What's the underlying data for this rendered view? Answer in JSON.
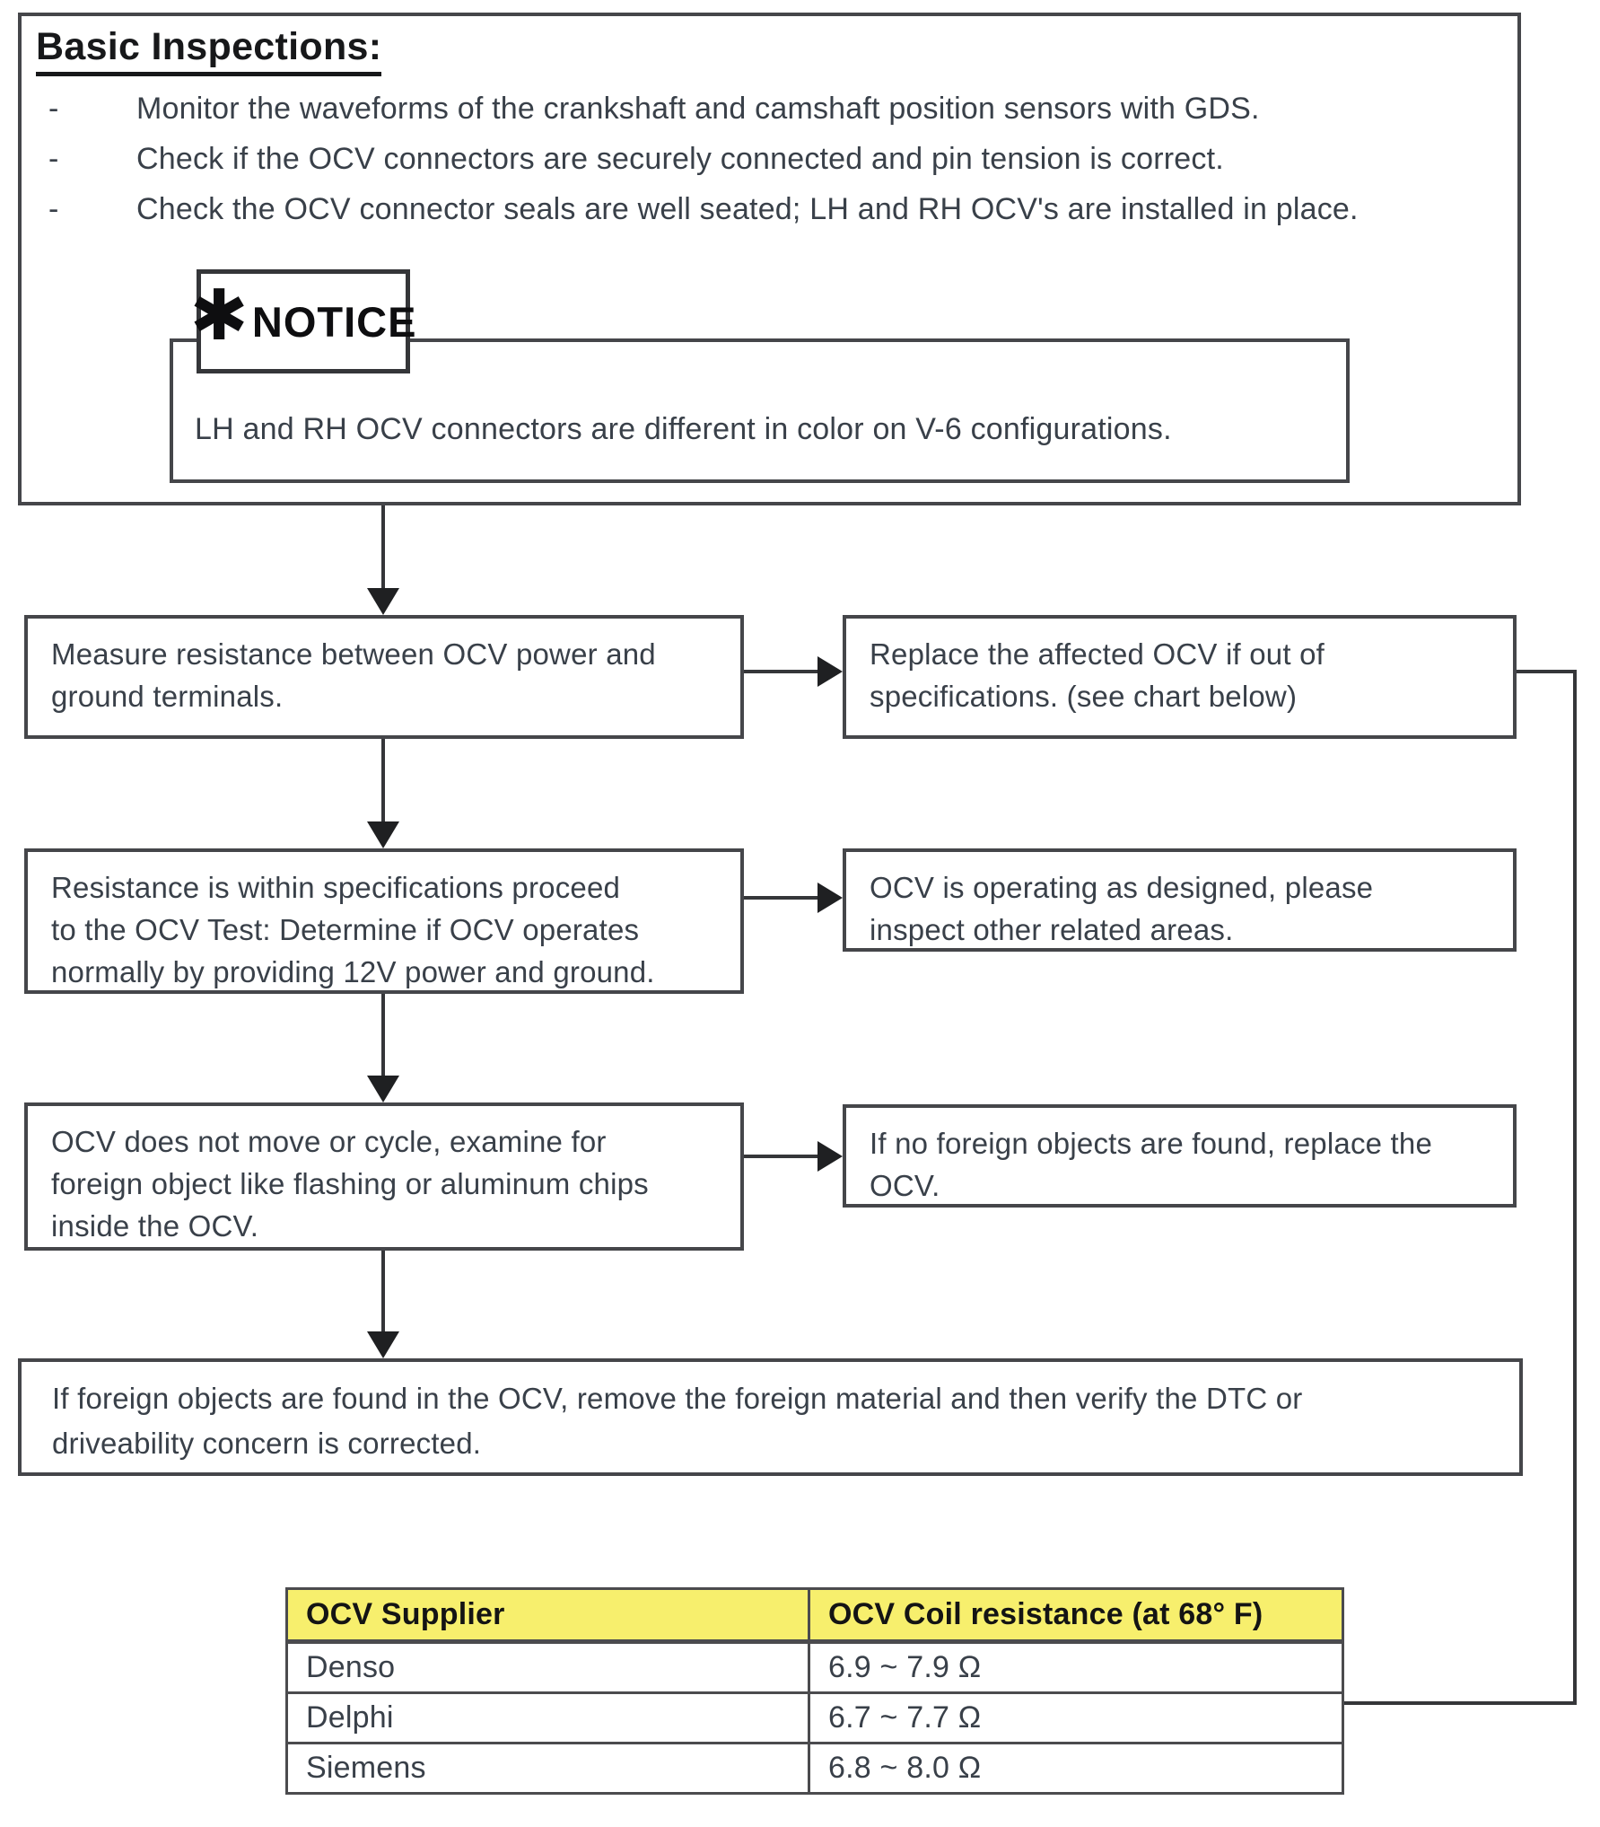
{
  "colors": {
    "highlight": "#F7EF6D",
    "line": "#45464a",
    "text": "#394049",
    "dark": "#17181a"
  },
  "basic_inspections": {
    "title": "Basic Inspections:",
    "bullet_char": "-",
    "items": [
      "Monitor the waveforms of the crankshaft and camshaft position sensors with GDS.",
      "Check if the OCV connectors are securely connected and pin tension is correct.",
      "Check the OCV connector seals are well seated; LH and RH OCV's are installed in place."
    ],
    "notice": {
      "icon_glyph": "✱",
      "label": "NOTICE",
      "text": "LH and RH OCV connectors are different in color on V-6 configurations."
    }
  },
  "flow": {
    "rows": [
      {
        "left": "Measure resistance between OCV power and\nground terminals.",
        "right": "Replace the affected OCV if out of\nspecifications. (see chart below)"
      },
      {
        "left": "Resistance is within specifications proceed\nto the OCV Test: Determine if OCV operates\nnormally by providing 12V power and ground.",
        "right": "OCV is operating as designed, please\ninspect other related areas."
      },
      {
        "left": "OCV does not move or cycle, examine for\nforeign object like flashing or aluminum chips\ninside the OCV.",
        "right": "If no foreign objects are found, replace the\nOCV."
      }
    ],
    "final": "If foreign objects are found in the OCV, remove the foreign material and then verify the DTC or\ndriveability concern is corrected."
  },
  "table": {
    "headers": [
      "OCV Supplier",
      "OCV Coil resistance (at 68° F)"
    ],
    "rows": [
      [
        "Denso",
        "6.9 ~ 7.9 Ω"
      ],
      [
        "Delphi",
        "6.7 ~ 7.7 Ω"
      ],
      [
        "Siemens",
        "6.8 ~ 8.0 Ω"
      ]
    ]
  }
}
